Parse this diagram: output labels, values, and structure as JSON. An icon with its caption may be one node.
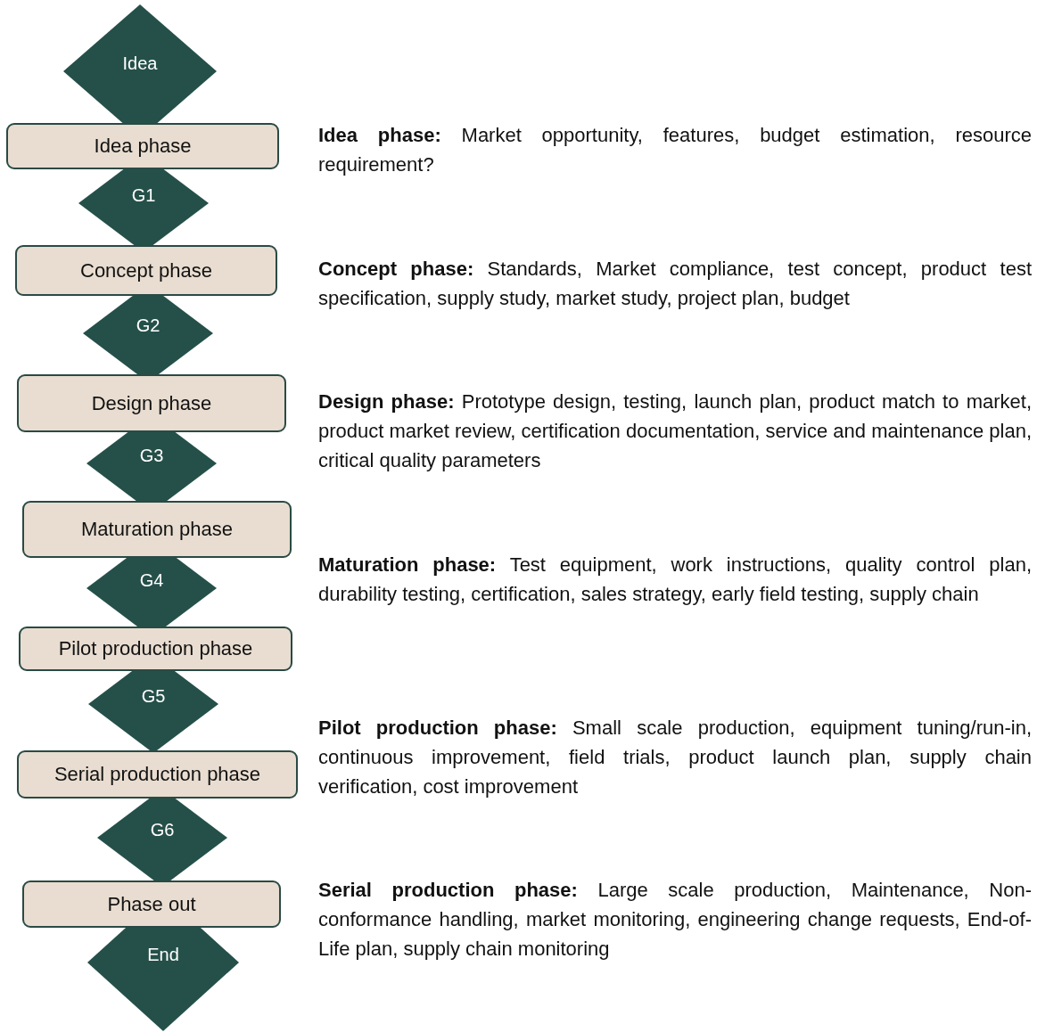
{
  "diagram": {
    "nodes": [
      {
        "text": [
          "Idea"
        ]
      },
      {
        "text": [
          "Idea phase"
        ]
      },
      {
        "text": [
          "G1"
        ]
      },
      {
        "text": [
          "Concept phase"
        ]
      },
      {
        "text": [
          "G2"
        ]
      },
      {
        "text": [
          "Design phase"
        ]
      },
      {
        "text": [
          "G3"
        ]
      },
      {
        "text": [
          "Maturation phase"
        ]
      },
      {
        "text": [
          "G4"
        ]
      },
      {
        "text": [
          "Pilot production phase"
        ]
      },
      {
        "text": [
          "G5"
        ]
      },
      {
        "text": [
          "Serial production phase"
        ]
      },
      {
        "text": [
          "G6"
        ]
      },
      {
        "text": [
          "Phase out"
        ]
      },
      {
        "text": [
          "End"
        ]
      }
    ],
    "labels": [
      "**Idea phase:** Market opportunity, features, budget estimation, resource requirement?",
      "**Concept phase:** Standards, Market compliance, test concept, product test specification, supply study, market study, project plan, budget",
      "**Design phase:** Prototype design, testing, launch plan, product match to market, product market review, certification documentation, service and maintenance plan, critical quality parameters",
      "**Maturation phase:** Test equipment, work instructions, quality control plan, durability testing, certification, sales strategy, early field testing, supply chain",
      "**Pilot production phase:** Small scale production, equipment tuning/run-in, continuous improvement, field trials, product launch plan, supply chain verification, cost improvement",
      "**Serial production phase:** Large scale production, Maintenance, Non-conformance handling, market monitoring, engineering change requests, End-of-Life plan, supply chain monitoring"
    ]
  }
}
